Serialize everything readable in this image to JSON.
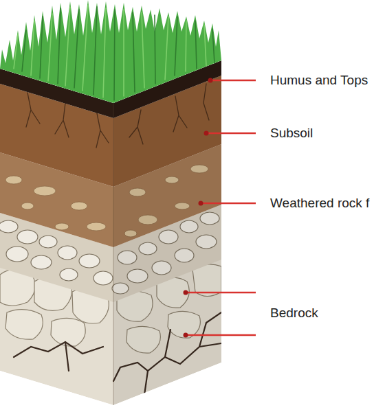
{
  "diagram": {
    "labels": [
      "Humus and Tops",
      "Subsoil",
      "Weathered rock f",
      "Bedrock"
    ]
  }
}
